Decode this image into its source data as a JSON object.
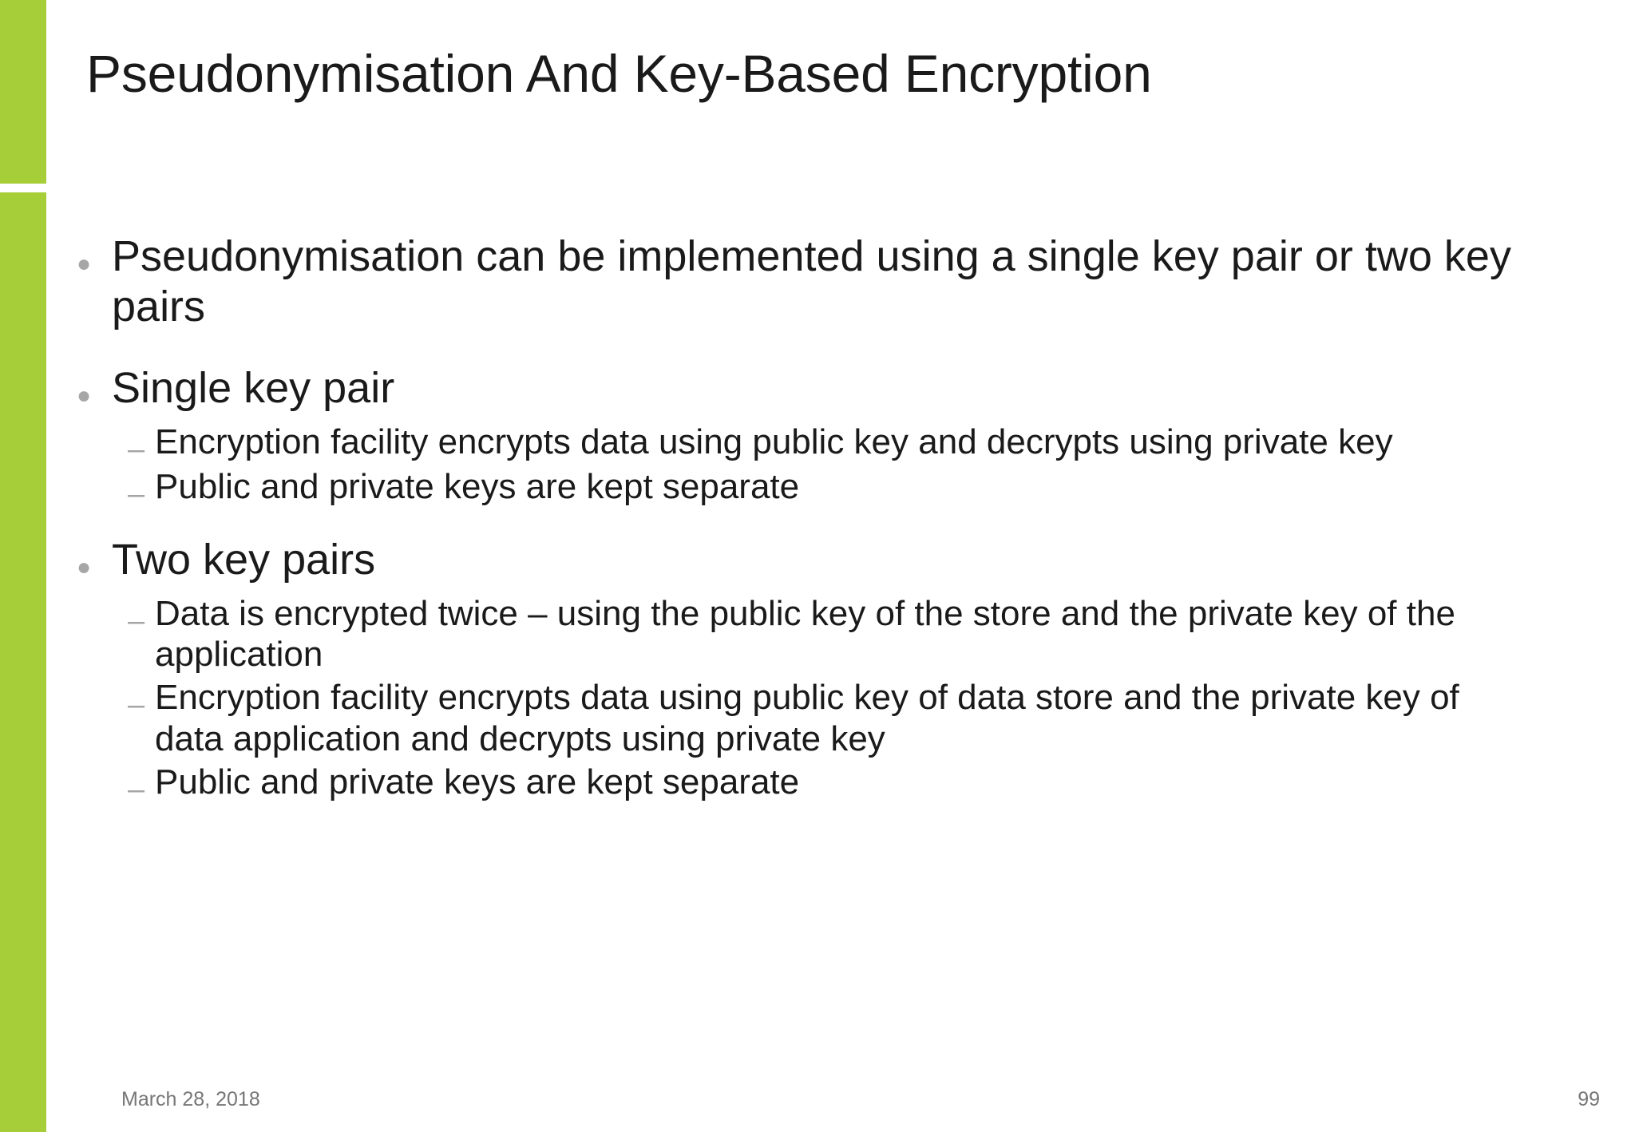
{
  "slide": {
    "title": "Pseudonymisation And Key-Based Encryption",
    "accent_color": "#A6CE39",
    "bullet_color": "#A6A6A6",
    "text_color": "#1a1a1a",
    "bullet_glyph": "●",
    "dash_glyph": "–",
    "body": [
      {
        "level": 1,
        "text": "Pseudonymisation can be implemented using a single key pair or two key pairs"
      },
      {
        "level": 1,
        "text": "Single key pair"
      },
      {
        "level": 2,
        "text": "Encryption facility encrypts data using public key and decrypts using private key"
      },
      {
        "level": 2,
        "text": "Public and private keys are kept separate"
      },
      {
        "level": 1,
        "text": "Two key pairs"
      },
      {
        "level": 2,
        "text": "Data is encrypted twice – using the public key of the store and the private key of the application"
      },
      {
        "level": 2,
        "text": "Encryption facility encrypts data using public key of data store and the private key of data application and decrypts using private key"
      },
      {
        "level": 2,
        "text": "Public and private keys are kept separate"
      }
    ],
    "footer": {
      "date": "March 28, 2018",
      "page_number": "99"
    }
  }
}
